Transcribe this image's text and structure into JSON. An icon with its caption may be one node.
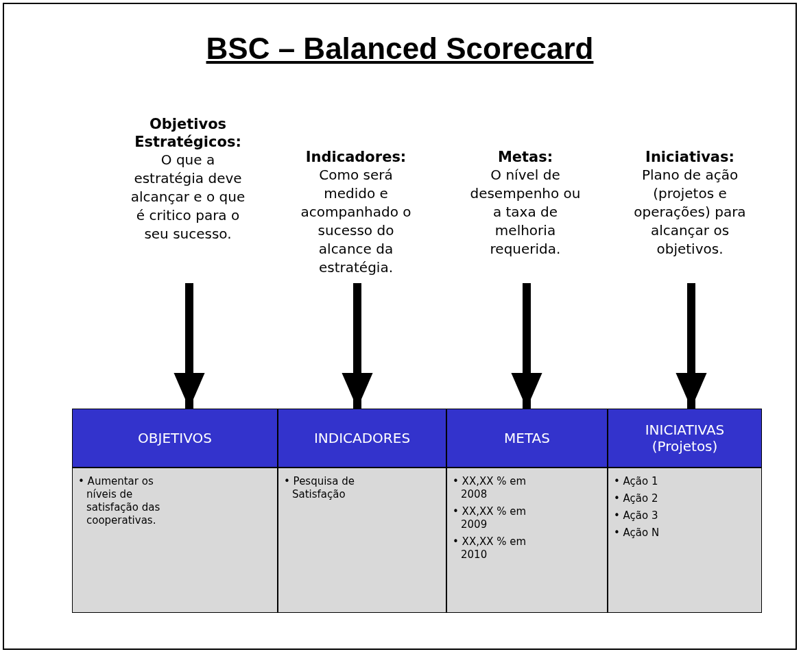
{
  "diagram": {
    "title": "BSC – Balanced Scorecard",
    "nodes": [
      {
        "text": [
          "Objetivos Estratégicos:",
          "O que a estratégia deve alcançar e o que é critico para o seu sucesso."
        ]
      },
      {
        "text": [
          "Indicadores:",
          "Como será medido e acompanhado o sucesso do alcance da estratégia."
        ]
      },
      {
        "text": [
          "Metas:",
          "O nível de desempenho ou a taxa de melhoria requerida."
        ]
      },
      {
        "text": [
          "Iniciativas:",
          "Plano de ação (projetos e operações) para alcançar os objetivos."
        ]
      },
      {
        "text": [
          "OBJETIVOS"
        ]
      },
      {
        "text": [
          "INDICADORES"
        ]
      },
      {
        "text": [
          "METAS"
        ]
      },
      {
        "text": [
          "INICIATIVAS (Projetos)"
        ]
      },
      {
        "text": [
          "• Aumentar os níveis de satisfação das cooperativas."
        ]
      },
      {
        "text": [
          "• Pesquisa de Satisfação"
        ]
      },
      {
        "text": [
          "• XX,XX % em 2008",
          "• XX,XX % em 2009",
          "• XX,XX % em 2010"
        ]
      },
      {
        "text": [
          "• Ação 1",
          "• Ação 2",
          "• Ação 3",
          "• Ação N"
        ]
      }
    ],
    "edges": [
      {
        "from": 0,
        "to": 4,
        "arrow": "to"
      },
      {
        "from": 1,
        "to": 5,
        "arrow": "to"
      },
      {
        "from": 2,
        "to": 6,
        "arrow": "to"
      },
      {
        "from": 3,
        "to": 7,
        "arrow": "to"
      }
    ]
  }
}
